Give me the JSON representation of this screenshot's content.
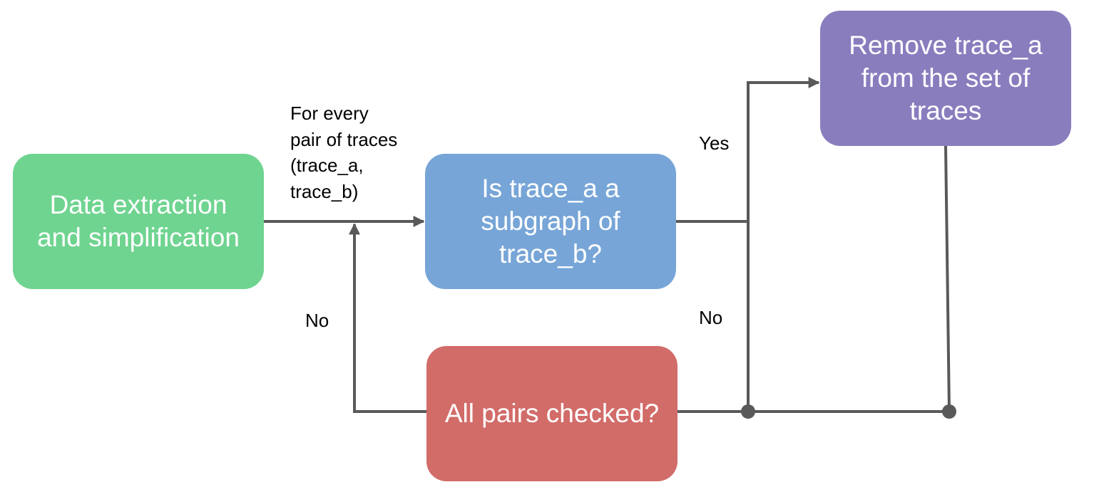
{
  "colors": {
    "extract_node": "#6fd490",
    "subgraph_node": "#77a5d7",
    "remove_node": "#8a7dbe",
    "allpairs_node": "#d26c69",
    "connector": "#595959",
    "node_text": "#ffffff",
    "label_text": "#000000"
  },
  "nodes": {
    "extract": {
      "text": "Data extraction and simplification"
    },
    "subgraph": {
      "text": "Is trace_a a subgraph of trace_b?"
    },
    "remove": {
      "text": "Remove trace_a from the set of traces"
    },
    "allpairs": {
      "text": "All pairs checked?"
    }
  },
  "labels": {
    "for_every": "For every\npair of traces\n(trace_a,\ntrace_b)",
    "yes": "Yes",
    "no_left": "No",
    "no_right": "No"
  }
}
